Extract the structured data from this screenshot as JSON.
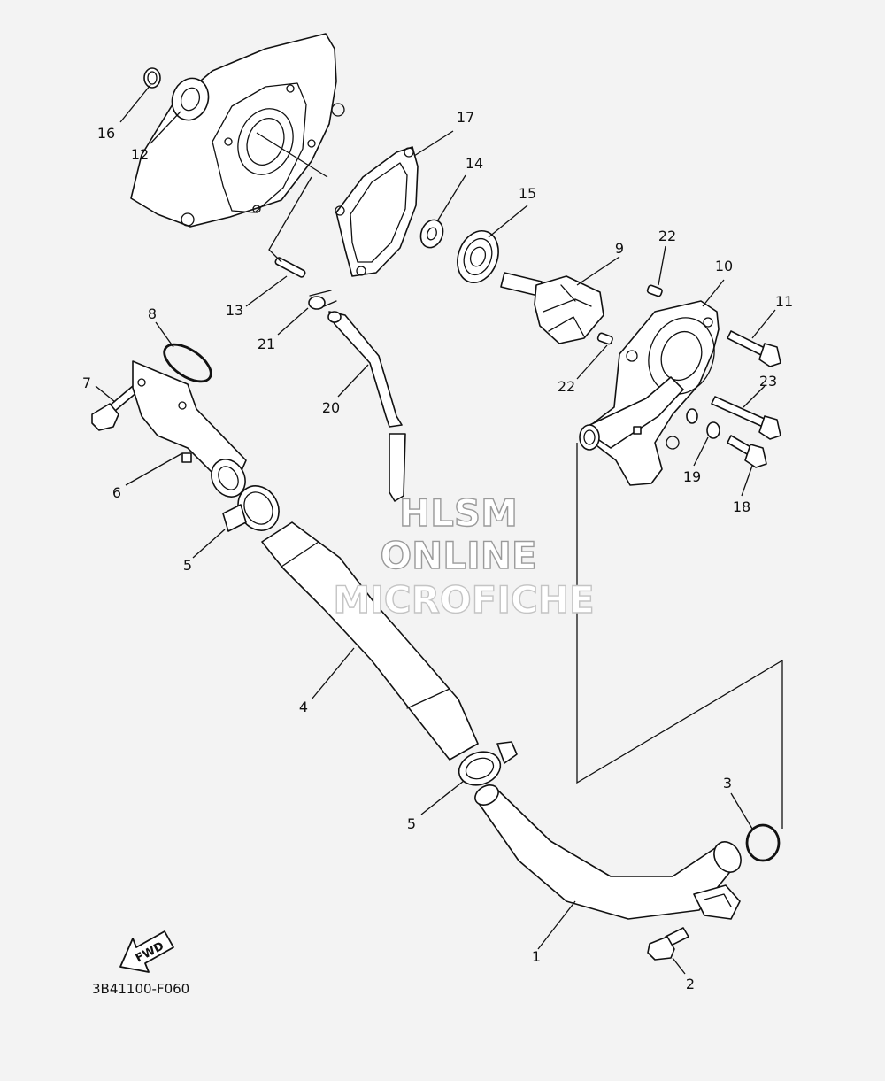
{
  "callouts": [
    {
      "id": "c16",
      "label": "16"
    },
    {
      "id": "c12",
      "label": "12"
    },
    {
      "id": "c17",
      "label": "17"
    },
    {
      "id": "c14",
      "label": "14"
    },
    {
      "id": "c15",
      "label": "15"
    },
    {
      "id": "c9",
      "label": "9"
    },
    {
      "id": "c22a",
      "label": "22"
    },
    {
      "id": "c10",
      "label": "10"
    },
    {
      "id": "c11",
      "label": "11"
    },
    {
      "id": "c13",
      "label": "13"
    },
    {
      "id": "c21",
      "label": "21"
    },
    {
      "id": "c8",
      "label": "8"
    },
    {
      "id": "c7",
      "label": "7"
    },
    {
      "id": "c20",
      "label": "20"
    },
    {
      "id": "c22b",
      "label": "22"
    },
    {
      "id": "c23",
      "label": "23"
    },
    {
      "id": "c19",
      "label": "19"
    },
    {
      "id": "c18",
      "label": "18"
    },
    {
      "id": "c6",
      "label": "6"
    },
    {
      "id": "c5a",
      "label": "5"
    },
    {
      "id": "c4",
      "label": "4"
    },
    {
      "id": "c3",
      "label": "3"
    },
    {
      "id": "c5b",
      "label": "5"
    },
    {
      "id": "c1",
      "label": "1"
    },
    {
      "id": "c2",
      "label": "2"
    }
  ],
  "watermark": {
    "line1": "HLSM",
    "line2": "ONLINE",
    "line3": "MICROFICHE"
  },
  "fwd_arrow_label": "FWD",
  "diagram_code": "3B41100-F060"
}
